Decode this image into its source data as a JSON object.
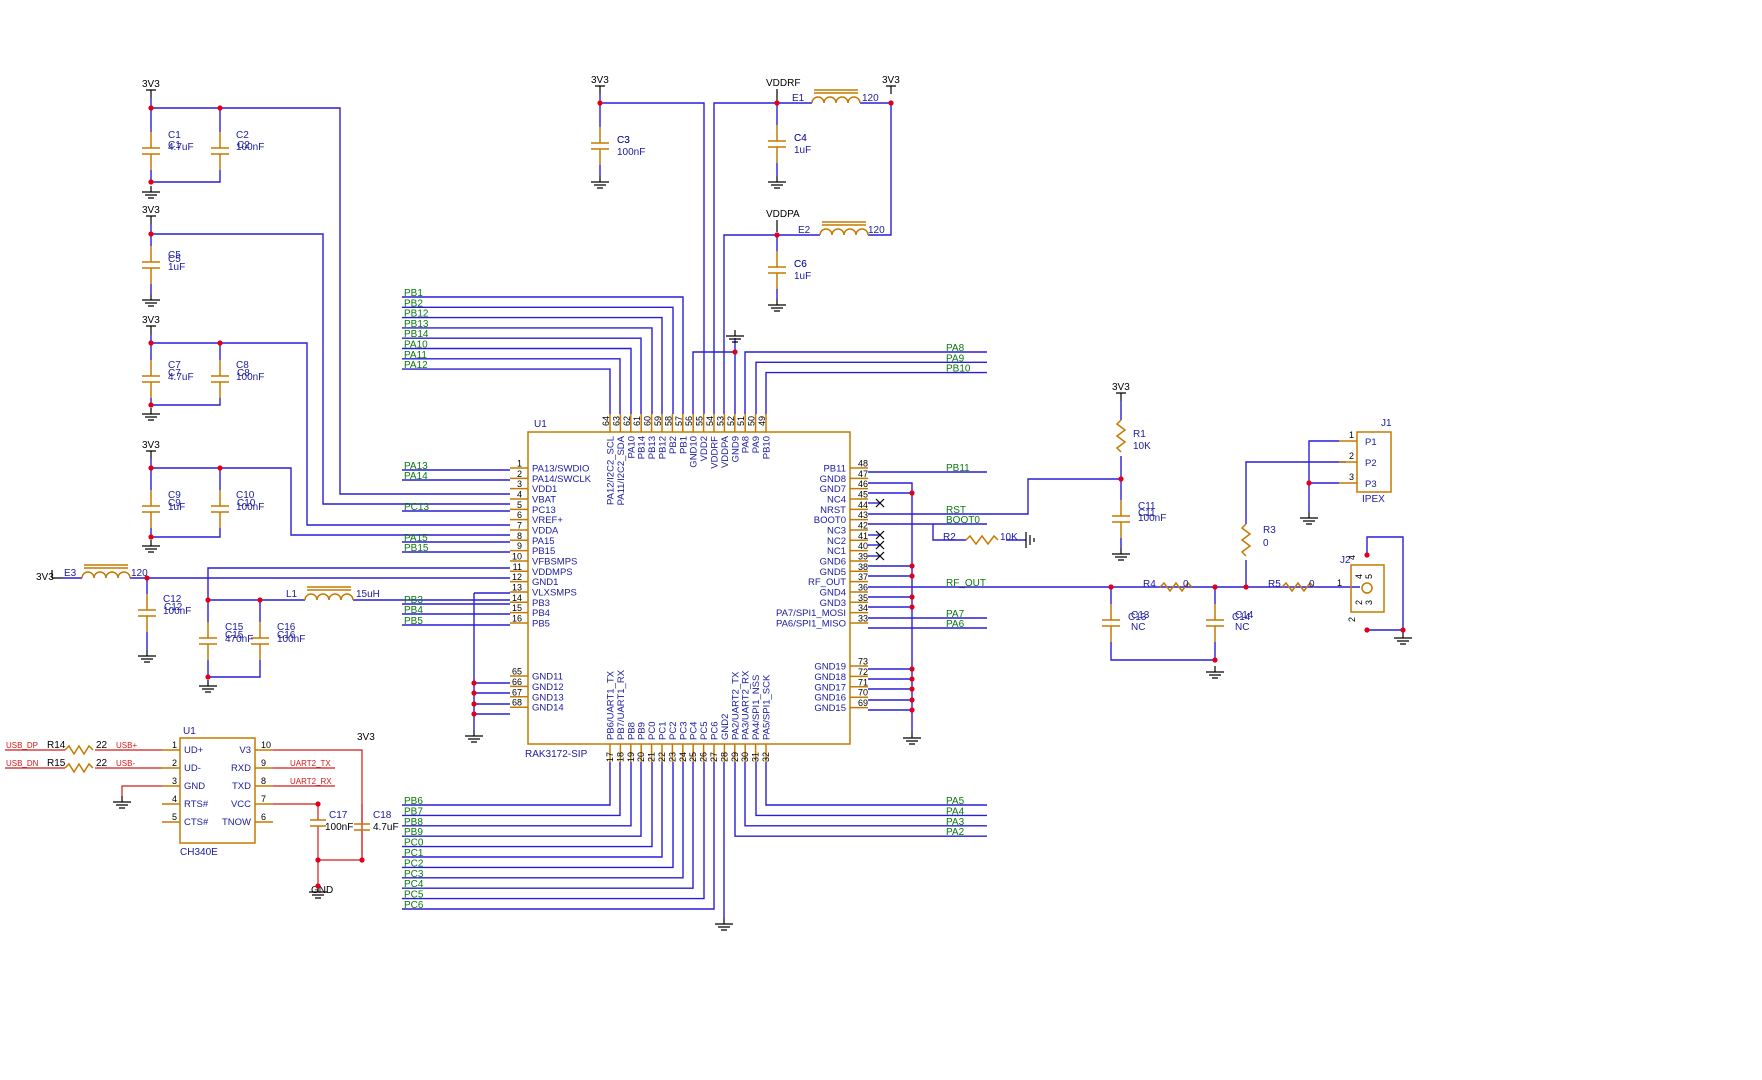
{
  "schematic": {
    "u1": {
      "ref": "U1",
      "part": "RAK3172-SIP",
      "left_pins": [
        {
          "num": "1",
          "name": "PA13/SWDIO"
        },
        {
          "num": "2",
          "name": "PA14/SWCLK"
        },
        {
          "num": "3",
          "name": "VDD1"
        },
        {
          "num": "4",
          "name": "VBAT"
        },
        {
          "num": "5",
          "name": "PC13"
        },
        {
          "num": "6",
          "name": "VREF+"
        },
        {
          "num": "7",
          "name": "VDDA"
        },
        {
          "num": "8",
          "name": "PA15"
        },
        {
          "num": "9",
          "name": "PB15"
        },
        {
          "num": "10",
          "name": "VFBSMPS"
        },
        {
          "num": "11",
          "name": "VDDMPS"
        },
        {
          "num": "12",
          "name": "GND1"
        },
        {
          "num": "13",
          "name": "VLXSMPS"
        },
        {
          "num": "14",
          "name": "PB3"
        },
        {
          "num": "15",
          "name": "PB4"
        },
        {
          "num": "16",
          "name": "PB5"
        }
      ],
      "left_gnd_pins": [
        {
          "num": "65",
          "name": "GND11"
        },
        {
          "num": "66",
          "name": "GND12"
        },
        {
          "num": "67",
          "name": "GND13"
        },
        {
          "num": "68",
          "name": "GND14"
        }
      ],
      "right_pins": [
        {
          "num": "48",
          "name": "PB11"
        },
        {
          "num": "47",
          "name": "GND8"
        },
        {
          "num": "46",
          "name": "GND7"
        },
        {
          "num": "45",
          "name": "NC4"
        },
        {
          "num": "44",
          "name": "NRST"
        },
        {
          "num": "43",
          "name": "BOOT0"
        },
        {
          "num": "42",
          "name": "NC3"
        },
        {
          "num": "41",
          "name": "NC2"
        },
        {
          "num": "40",
          "name": "NC1"
        },
        {
          "num": "39",
          "name": "GND6"
        },
        {
          "num": "38",
          "name": "GND5"
        },
        {
          "num": "37",
          "name": "RF_OUT"
        },
        {
          "num": "36",
          "name": "GND4"
        },
        {
          "num": "35",
          "name": "GND3"
        },
        {
          "num": "34",
          "name": "PA7/SPI1_MOSI"
        },
        {
          "num": "33",
          "name": "PA6/SPI1_MISO"
        }
      ],
      "right_gnd_pins": [
        {
          "num": "73",
          "name": "GND19"
        },
        {
          "num": "72",
          "name": "GND18"
        },
        {
          "num": "71",
          "name": "GND17"
        },
        {
          "num": "70",
          "name": "GND16"
        },
        {
          "num": "69",
          "name": "GND15"
        }
      ],
      "top_pins": [
        {
          "num": "64",
          "name": "PA12/I2C2_SCL"
        },
        {
          "num": "63",
          "name": "PA11/I2C2_SDA"
        },
        {
          "num": "62",
          "name": "PA10"
        },
        {
          "num": "61",
          "name": "PB14"
        },
        {
          "num": "60",
          "name": "PB13"
        },
        {
          "num": "59",
          "name": "PB12"
        },
        {
          "num": "58",
          "name": "PB2"
        },
        {
          "num": "57",
          "name": "PB1"
        },
        {
          "num": "56",
          "name": "GND10"
        },
        {
          "num": "55",
          "name": "VDD2"
        },
        {
          "num": "54",
          "name": "VDDRF"
        },
        {
          "num": "53",
          "name": "VDDPA"
        },
        {
          "num": "52",
          "name": "GND9"
        },
        {
          "num": "51",
          "name": "PA8"
        },
        {
          "num": "50",
          "name": "PA9"
        },
        {
          "num": "49",
          "name": "PB10"
        }
      ],
      "bottom_pins": [
        {
          "num": "17",
          "name": "PB6/UART1_TX"
        },
        {
          "num": "18",
          "name": "PB7/UART1_RX"
        },
        {
          "num": "19",
          "name": "PB8"
        },
        {
          "num": "20",
          "name": "PB9"
        },
        {
          "num": "21",
          "name": "PC0"
        },
        {
          "num": "22",
          "name": "PC1"
        },
        {
          "num": "23",
          "name": "PC2"
        },
        {
          "num": "24",
          "name": "PC3"
        },
        {
          "num": "25",
          "name": "PC4"
        },
        {
          "num": "26",
          "name": "PC5"
        },
        {
          "num": "27",
          "name": "PC6"
        },
        {
          "num": "28",
          "name": "GND2"
        },
        {
          "num": "29",
          "name": "PA2/UART2_TX"
        },
        {
          "num": "30",
          "name": "PA3/UART2_RX"
        },
        {
          "num": "31",
          "name": "PA4/SPI1_NSS"
        },
        {
          "num": "32",
          "name": "PA5/SPI1_SCK"
        }
      ]
    },
    "nets": {
      "top_left": [
        "PB1",
        "PB2",
        "PB12",
        "PB13",
        "PB14",
        "PA10",
        "PA11",
        "PA12"
      ],
      "top_right": [
        "PA8",
        "PA9",
        "PB10"
      ],
      "left": [
        "PA13",
        "PA14",
        "PC13",
        "PA15",
        "PB15",
        "PB3",
        "PB4",
        "PB5"
      ],
      "right": [
        "PB11",
        "RST",
        "BOOT0",
        "RF_OUT",
        "PA7",
        "PA6"
      ],
      "bottom_left": [
        "PB6",
        "PB7",
        "PB8",
        "PB9",
        "PC0",
        "PC1",
        "PC2",
        "PC3",
        "PC4",
        "PC5",
        "PC6"
      ],
      "bottom_right": [
        "PA5",
        "PA4",
        "PA3",
        "PA2"
      ]
    },
    "power": {
      "v3": "3V3",
      "vddrf": "VDDRF",
      "vddpa": "VDDPA"
    },
    "caps": [
      {
        "ref": "C1",
        "val": "4.7uF"
      },
      {
        "ref": "C2",
        "val": "100nF"
      },
      {
        "ref": "C3",
        "val": "100nF"
      },
      {
        "ref": "C4",
        "val": "1uF"
      },
      {
        "ref": "C5",
        "val": "1uF"
      },
      {
        "ref": "C6",
        "val": "1uF"
      },
      {
        "ref": "C7",
        "val": "4.7uF"
      },
      {
        "ref": "C8",
        "val": "100nF"
      },
      {
        "ref": "C9",
        "val": "1uF"
      },
      {
        "ref": "C10",
        "val": "100nF"
      },
      {
        "ref": "C11",
        "val": "100nF"
      },
      {
        "ref": "C12",
        "val": "100nF"
      },
      {
        "ref": "C13",
        "val": "NC"
      },
      {
        "ref": "C14",
        "val": "NC"
      },
      {
        "ref": "C15",
        "val": "470nF"
      },
      {
        "ref": "C16",
        "val": "100nF"
      },
      {
        "ref": "C17",
        "val": "100nF"
      },
      {
        "ref": "C18",
        "val": "4.7uF"
      }
    ],
    "inductors": [
      {
        "ref": "E1",
        "val": "120"
      },
      {
        "ref": "E2",
        "val": "120"
      },
      {
        "ref": "E3",
        "val": "120"
      },
      {
        "ref": "L1",
        "val": "15uH"
      }
    ],
    "resistors": [
      {
        "ref": "R1",
        "val": "10K"
      },
      {
        "ref": "R2",
        "val": "10K"
      },
      {
        "ref": "R3",
        "val": "0"
      },
      {
        "ref": "R4",
        "val": "0"
      },
      {
        "ref": "R5",
        "val": "0"
      },
      {
        "ref": "R14",
        "val": "22"
      },
      {
        "ref": "R15",
        "val": "22"
      }
    ],
    "j1": {
      "ref": "J1",
      "name": "IPEX",
      "pins": [
        {
          "num": "1",
          "name": "P1"
        },
        {
          "num": "2",
          "name": "P2"
        },
        {
          "num": "3",
          "name": "P3"
        }
      ]
    },
    "j2": {
      "ref": "J2",
      "pins": [
        "1",
        "2",
        "3",
        "4",
        "5"
      ]
    },
    "ch340": {
      "ref": "U1",
      "part": "CH340E",
      "left_pins": [
        {
          "num": "1",
          "name": "UD+"
        },
        {
          "num": "2",
          "name": "UD-"
        },
        {
          "num": "3",
          "name": "GND"
        },
        {
          "num": "4",
          "name": "RTS#"
        },
        {
          "num": "5",
          "name": "CTS#"
        }
      ],
      "right_pins": [
        {
          "num": "10",
          "name": "V3"
        },
        {
          "num": "9",
          "name": "RXD"
        },
        {
          "num": "8",
          "name": "TXD"
        },
        {
          "num": "7",
          "name": "VCC"
        },
        {
          "num": "6",
          "name": "TNOW"
        }
      ],
      "nets": {
        "usb_dp": "USB_DP",
        "usb_dn": "USB_DN",
        "usb_p": "USB+",
        "usb_m": "USB-",
        "tx": "UART2_TX",
        "rx": "UART2_RX",
        "gnd": "GND"
      }
    },
    "colors": {
      "wire": "#2a1fd6",
      "component": "#c47a00",
      "junction": "#e0001b",
      "net_label": "#0a7a0a",
      "usb_wire": "#d21a1a"
    }
  }
}
